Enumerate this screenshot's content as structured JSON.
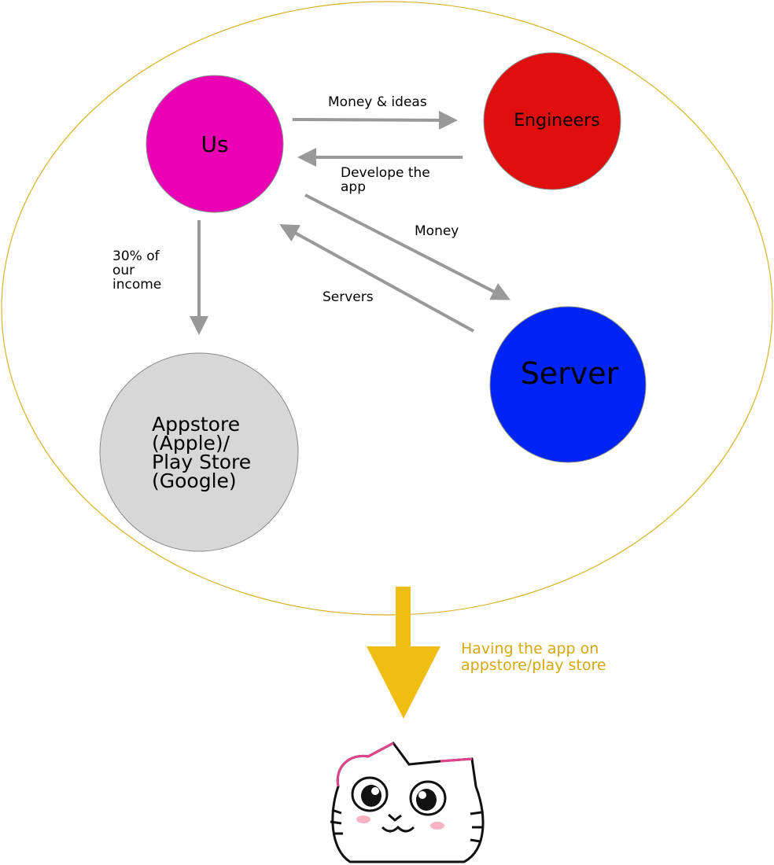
{
  "nodes": {
    "us": {
      "label": "Us",
      "color": "#ec00b3"
    },
    "engineers": {
      "label": "Engineers",
      "color": "#e00f0f"
    },
    "server": {
      "label": "Server",
      "color": "#0024f5"
    },
    "store": {
      "label": "Appstore\n(Apple)/\nPlay Store\n(Google)",
      "color": "#d7d7d7"
    }
  },
  "edges": {
    "us_to_engineers": "Money & ideas",
    "engineers_to_us": "Develope the\napp",
    "us_to_server": "Money",
    "server_to_us": "Servers",
    "us_to_store": "30% of\nour\nincome"
  },
  "outcome": {
    "label": "Having the app on\nappstore/play store"
  },
  "colors": {
    "boundary": "#d9b32a",
    "arrow": "#999999",
    "big_arrow": "#f0bd13"
  },
  "mascot": {
    "icon": "cat-face-icon"
  }
}
